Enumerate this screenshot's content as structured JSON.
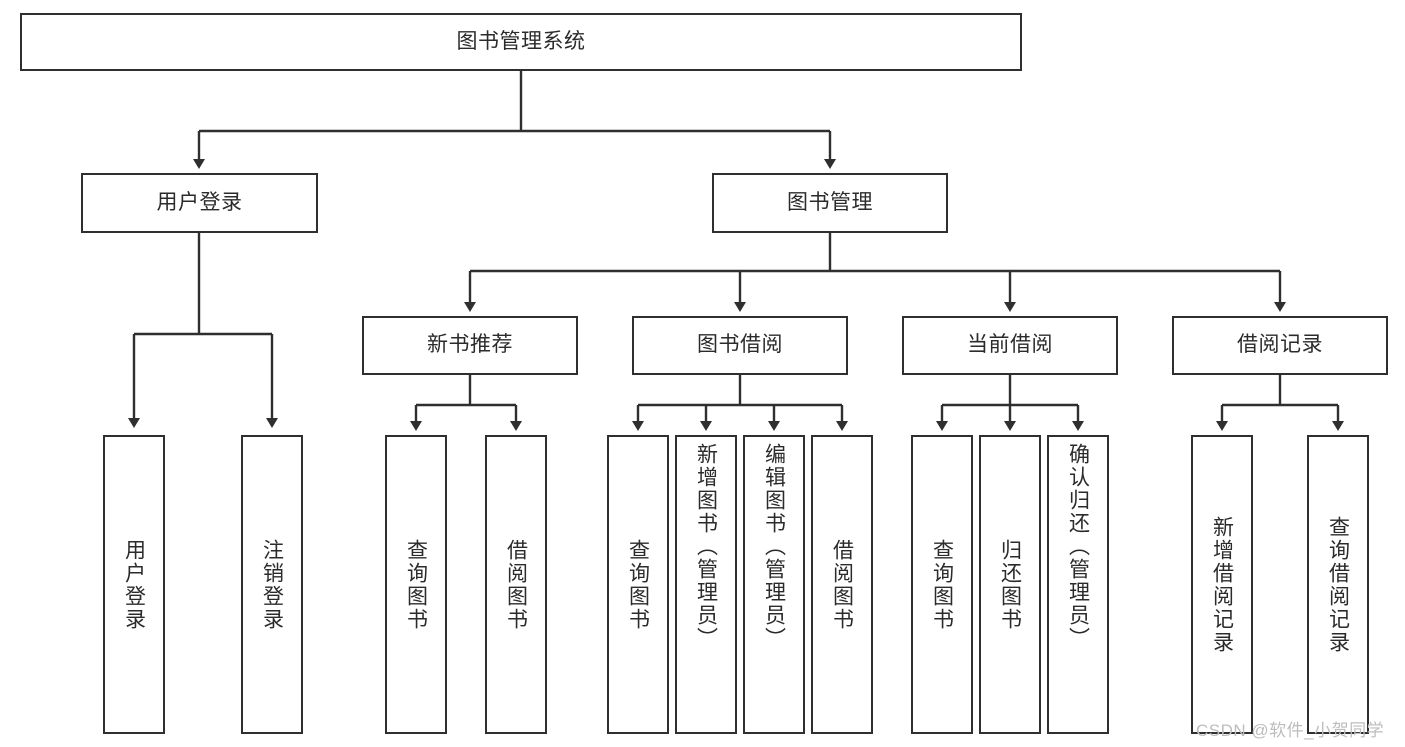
{
  "diagram": {
    "title_node": {
      "label": "图书管理系统"
    },
    "level2": [
      {
        "id": "user-login",
        "label": "用户登录"
      },
      {
        "id": "book-management",
        "label": "图书管理"
      }
    ],
    "level3": [
      {
        "id": "new-book-recommend",
        "label": "新书推荐"
      },
      {
        "id": "book-borrow",
        "label": "图书借阅"
      },
      {
        "id": "current-borrow",
        "label": "当前借阅"
      },
      {
        "id": "borrow-record",
        "label": "借阅记录"
      }
    ],
    "leaves": {
      "user_login": [
        {
          "id": "leaf-user-login",
          "label": "用户登录"
        },
        {
          "id": "leaf-logout-login",
          "label": "注销登录"
        }
      ],
      "new_book_recommend": [
        {
          "id": "leaf-query-book-1",
          "label": "查询图书"
        },
        {
          "id": "leaf-borrow-book-1",
          "label": "借阅图书"
        }
      ],
      "book_borrow": [
        {
          "id": "leaf-query-book-2",
          "label": "查询图书"
        },
        {
          "id": "leaf-add-book",
          "label": "新增图书（管理员）"
        },
        {
          "id": "leaf-edit-book",
          "label": "编辑图书（管理员）"
        },
        {
          "id": "leaf-borrow-book-2",
          "label": "借阅图书"
        }
      ],
      "current_borrow": [
        {
          "id": "leaf-query-book-3",
          "label": "查询图书"
        },
        {
          "id": "leaf-return-book",
          "label": "归还图书"
        },
        {
          "id": "leaf-confirm-return",
          "label": "确认归还（管理员）"
        }
      ],
      "borrow_record": [
        {
          "id": "leaf-add-record",
          "label": "新增借阅记录"
        },
        {
          "id": "leaf-query-record",
          "label": "查询借阅记录"
        }
      ]
    },
    "watermark": "CSDN @软件_小贺同学",
    "colors": {
      "border": "#2f2f2f",
      "text": "#2b2b2b",
      "background": "#ffffff",
      "watermark": "#bdbdbd"
    }
  }
}
